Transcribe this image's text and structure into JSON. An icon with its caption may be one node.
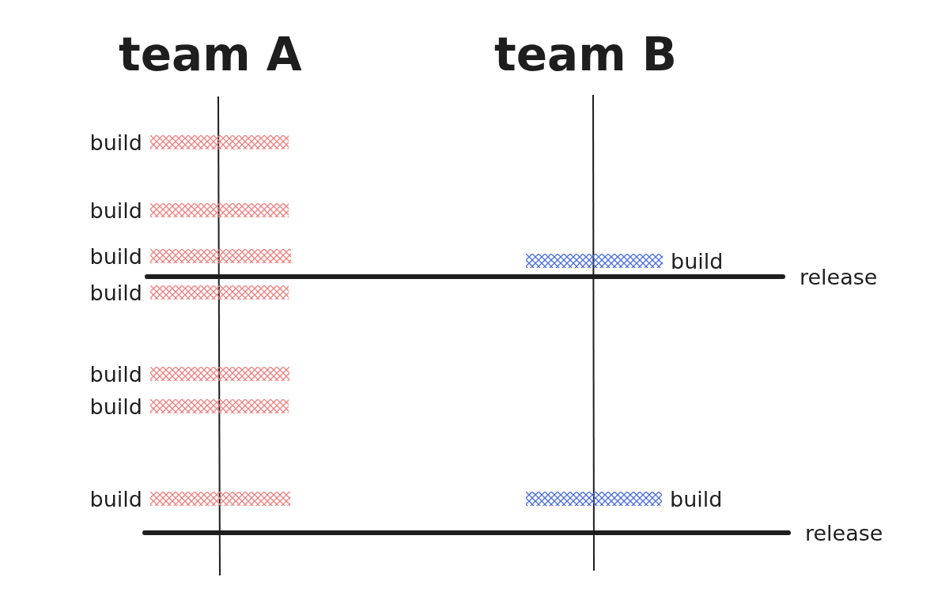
{
  "diagram": {
    "nodes": [
      {
        "text": [],
        "shape": "bar",
        "beside": [
          "build"
        ]
      },
      {
        "text": [],
        "shape": "bar",
        "beside": [
          "build"
        ]
      },
      {
        "text": [],
        "shape": "bar",
        "beside": [
          "build"
        ]
      },
      {
        "text": [],
        "shape": "bar",
        "beside": [
          "build"
        ]
      },
      {
        "text": [],
        "shape": "bar",
        "beside": [
          "release"
        ]
      },
      {
        "text": [],
        "shape": "bar",
        "beside": [
          "build"
        ]
      },
      {
        "text": [],
        "shape": "bar",
        "beside": [
          "build"
        ]
      },
      {
        "text": [],
        "shape": "bar",
        "beside": [
          "build"
        ]
      },
      {
        "text": [],
        "shape": "bar",
        "beside": [
          "build"
        ]
      },
      {
        "text": [],
        "shape": "bar",
        "beside": [
          "build"
        ]
      },
      {
        "text": [],
        "shape": "bar",
        "beside": [
          "release"
        ]
      }
    ],
    "edges": [],
    "labels": [
      "team A",
      "team B"
    ]
  }
}
